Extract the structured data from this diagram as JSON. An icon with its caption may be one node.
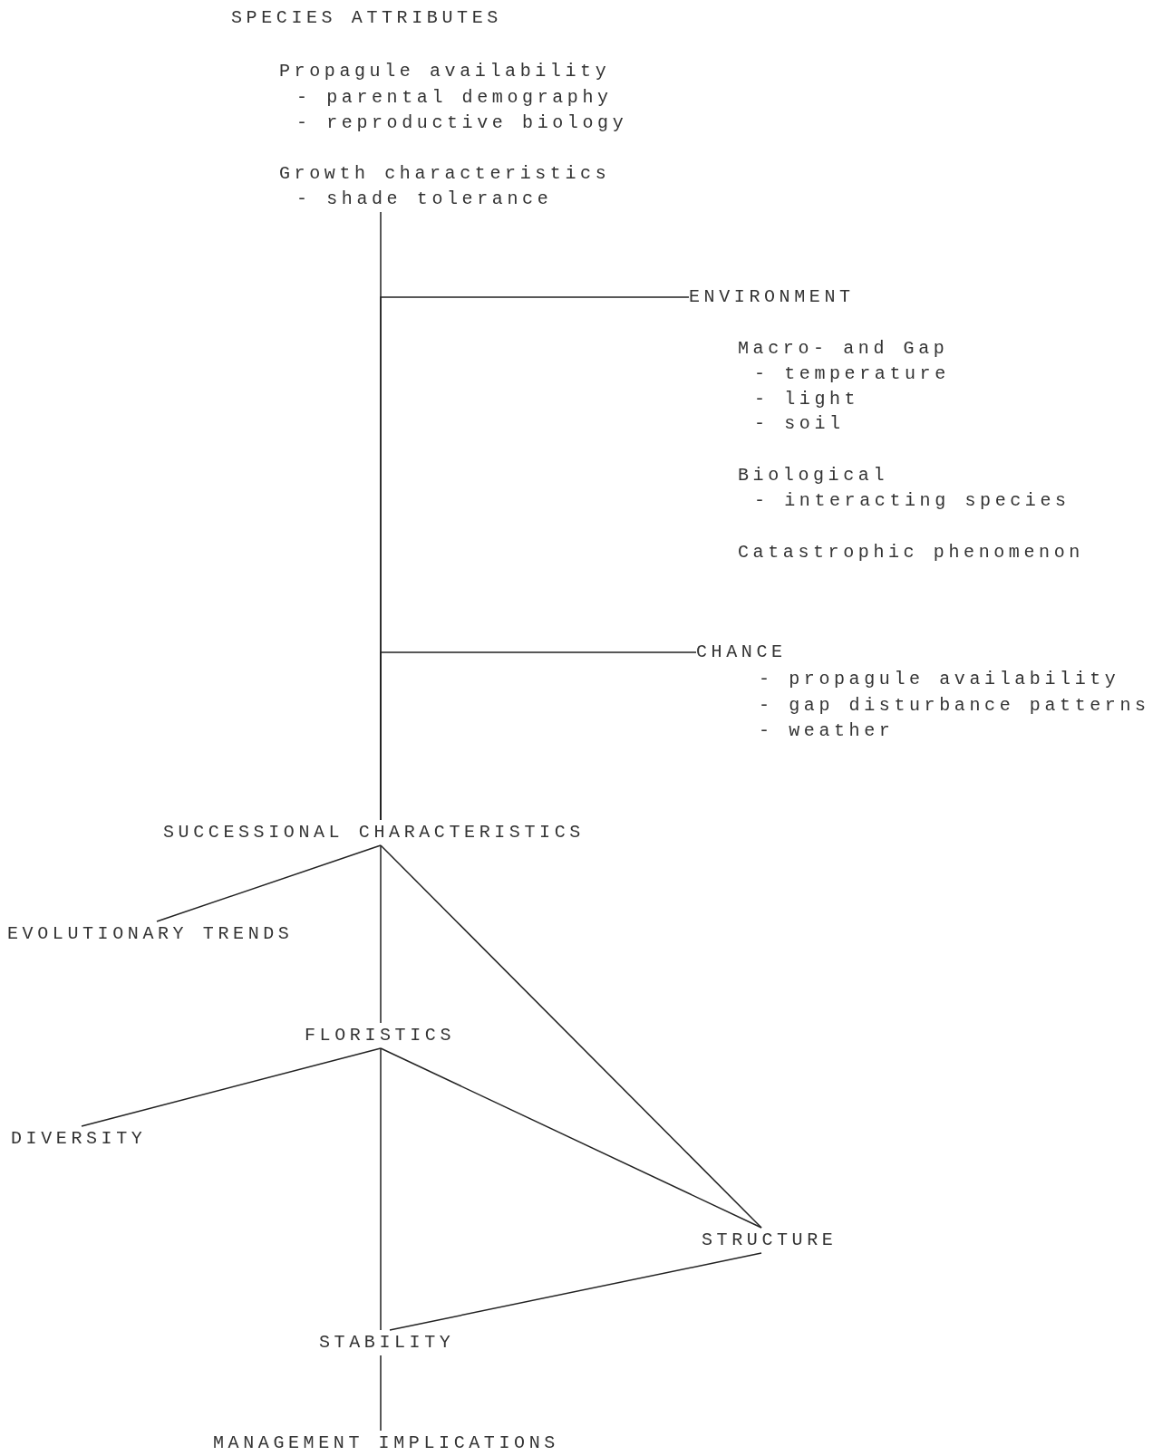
{
  "diagram": {
    "nodes": [
      {
        "text": [
          "SPECIES ATTRIBUTES",
          "Propagule availability",
          "- parental demography",
          "- reproductive biology",
          "Growth characteristics",
          "- shade tolerance"
        ]
      },
      {
        "text": [
          "ENVIRONMENT",
          "Macro- and Gap",
          "- temperature",
          "- light",
          "- soil",
          "Biological",
          "- interacting species",
          "Catastrophic phenomenon"
        ]
      },
      {
        "text": [
          "CHANCE",
          "- propagule availability",
          "- gap disturbance patterns",
          "- weather"
        ]
      },
      {
        "text": [
          "SUCCESSIONAL CHARACTERISTICS"
        ]
      },
      {
        "text": [
          "EVOLUTIONARY TRENDS"
        ]
      },
      {
        "text": [
          "FLORISTICS"
        ]
      },
      {
        "text": [
          "DIVERSITY"
        ]
      },
      {
        "text": [
          "STRUCTURE"
        ]
      },
      {
        "text": [
          "STABILITY"
        ]
      },
      {
        "text": [
          "MANAGEMENT IMPLICATIONS"
        ]
      }
    ],
    "edges": [
      {
        "from": 0,
        "to": 3,
        "arrow": "none"
      },
      {
        "from": 1,
        "to": 3,
        "arrow": "none"
      },
      {
        "from": 2,
        "to": 3,
        "arrow": "none"
      },
      {
        "from": 3,
        "to": 4,
        "arrow": "none"
      },
      {
        "from": 3,
        "to": 5,
        "arrow": "none"
      },
      {
        "from": 3,
        "to": 7,
        "arrow": "none"
      },
      {
        "from": 5,
        "to": 6,
        "arrow": "none"
      },
      {
        "from": 5,
        "to": 7,
        "arrow": "none"
      },
      {
        "from": 5,
        "to": 8,
        "arrow": "none"
      },
      {
        "from": 7,
        "to": 8,
        "arrow": "none"
      },
      {
        "from": 8,
        "to": 9,
        "arrow": "none"
      }
    ]
  }
}
